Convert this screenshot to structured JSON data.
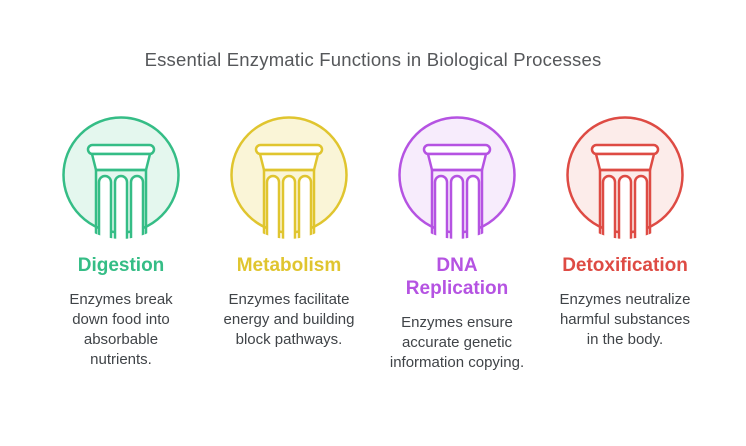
{
  "title": "Essential Enzymatic Functions in Biological Processes",
  "colors": {
    "title_text": "#55575a",
    "body_text": "#404448",
    "background": "#ffffff"
  },
  "items": [
    {
      "heading": "Digestion",
      "description": "Enzymes break\ndown food into\nabsorbable\nnutrients.",
      "icon": "pillar-in-circle-icon",
      "color": "#35bd86",
      "tint": "#e4f7ee"
    },
    {
      "heading": "Metabolism",
      "description": "Enzymes facilitate\nenergy and building\nblock pathways.",
      "icon": "pillar-in-circle-icon",
      "color": "#e0c52f",
      "tint": "#faf5d7"
    },
    {
      "heading": "DNA\nReplication",
      "description": "Enzymes ensure\naccurate genetic\ninformation copying.",
      "icon": "pillar-in-circle-icon",
      "color": "#b553e2",
      "tint": "#f7ecfc"
    },
    {
      "heading": "Detoxification",
      "description": "Enzymes neutralize\nharmful substances\nin the body.",
      "icon": "pillar-in-circle-icon",
      "color": "#de4b44",
      "tint": "#fcecea"
    }
  ]
}
